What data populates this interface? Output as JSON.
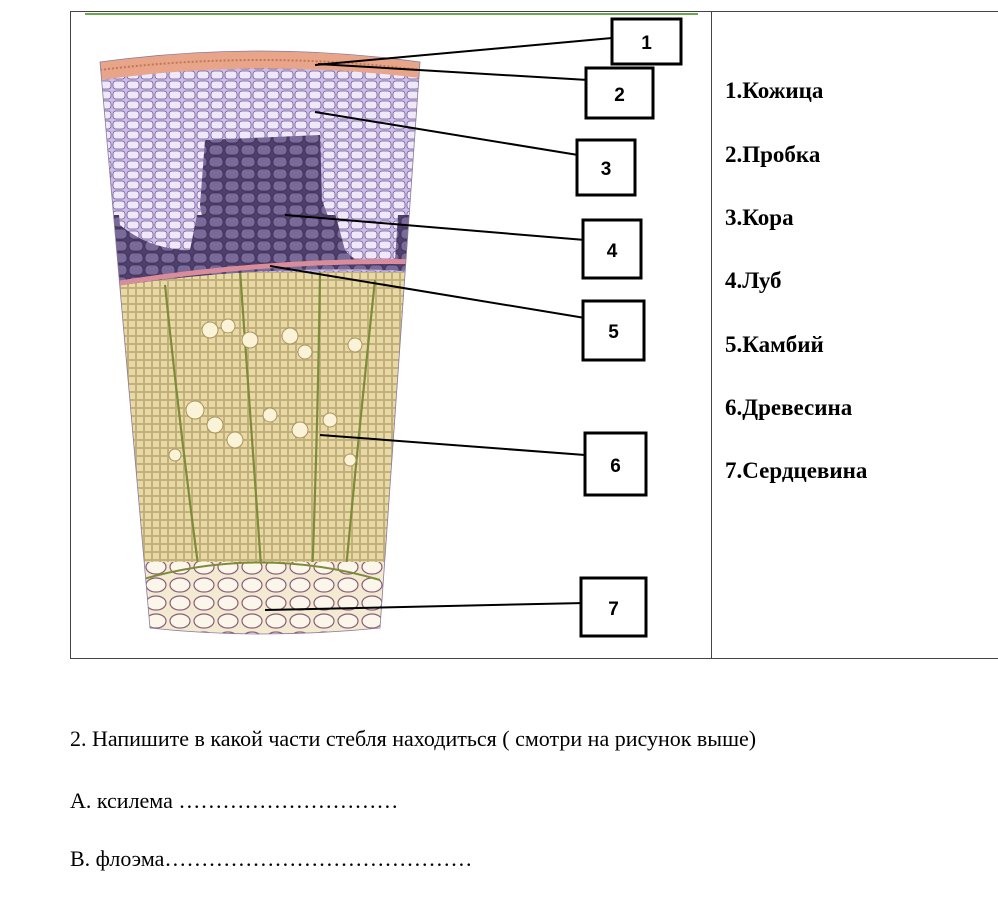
{
  "callouts": [
    "1",
    "2",
    "3",
    "4",
    "5",
    "6",
    "7"
  ],
  "legend": [
    "1.Кожица",
    "2.Пробка",
    "3.Кора",
    "4.Луб",
    "5.Камбий",
    "6.Древесина",
    "7.Сердцевина"
  ],
  "question": {
    "prompt": "2. Напишите в какой части стебля находиться  ( смотри на рисунок выше)",
    "a": "А. ксилема …………………………",
    "b": "В. флоэма……………………………………"
  },
  "colors": {
    "epidermis": "#e8a58a",
    "cork": "#b49ad0",
    "cortex": "#cdbde6",
    "phloem": "#5b4a7a",
    "cambium": "#d98c9a",
    "wood": "#e9d9a6",
    "pith": "#efe5c9"
  }
}
